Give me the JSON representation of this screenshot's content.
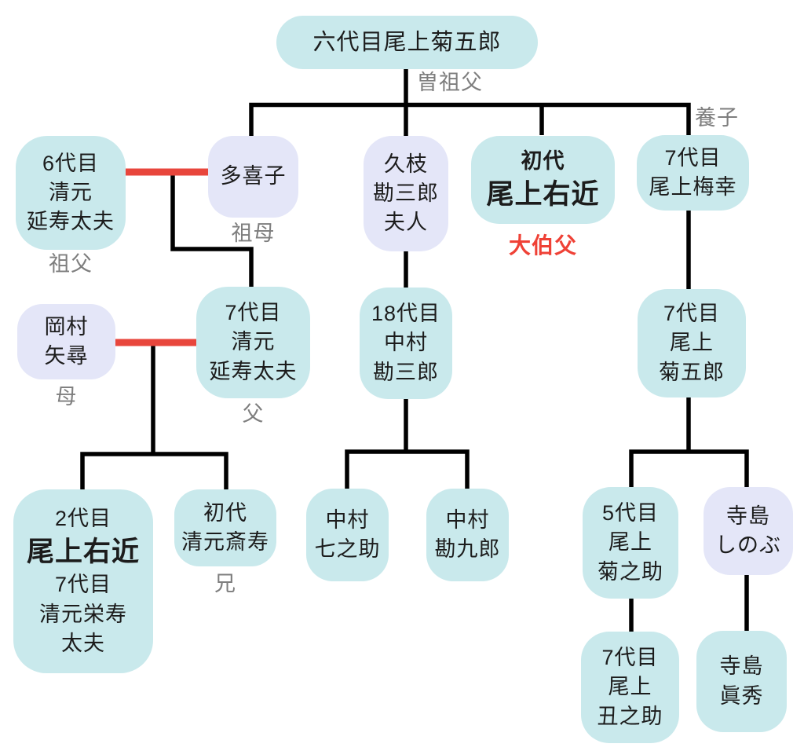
{
  "colors": {
    "node_teal": "#c9e9ec",
    "node_lavender": "#e4e6f8",
    "connector_black": "#000000",
    "marriage_red": "#e8463c",
    "label_gray": "#7e7e7e",
    "label_red": "#ef4136",
    "text": "#1c1c1c",
    "background": "#ffffff"
  },
  "nodes": [
    {
      "id": "onoe-kikugoro-vi",
      "lines": [
        "六代目尾上菊五郎"
      ]
    },
    {
      "id": "kiyomoto-enjudayu-vi",
      "lines": [
        "6代目",
        "清元",
        "延寿太夫"
      ]
    },
    {
      "id": "takiko",
      "lines": [
        "多喜子"
      ]
    },
    {
      "id": "hisae-kanzaburo-fujin",
      "lines": [
        "久枝",
        "勘三郎",
        "夫人"
      ]
    },
    {
      "id": "onoe-ukon-i",
      "lines": [
        "初代",
        "尾上右近"
      ]
    },
    {
      "id": "onoe-baiko-vii",
      "lines": [
        "7代目",
        "尾上梅幸"
      ]
    },
    {
      "id": "okamura-yahiro",
      "lines": [
        "岡村",
        "矢尋"
      ]
    },
    {
      "id": "kiyomoto-enjudayu-vii",
      "lines": [
        "7代目",
        "清元",
        "延寿太夫"
      ]
    },
    {
      "id": "nakamura-kanzaburo-xviii",
      "lines": [
        "18代目",
        "中村",
        "勘三郎"
      ]
    },
    {
      "id": "onoe-kikugoro-vii",
      "lines": [
        "7代目",
        "尾上",
        "菊五郎"
      ]
    },
    {
      "id": "onoe-ukon-ii",
      "lines": [
        "2代目",
        "尾上右近",
        "7代目",
        "清元栄寿",
        "太夫"
      ]
    },
    {
      "id": "kiyomoto-saiju-i",
      "lines": [
        "初代",
        "清元斎寿"
      ]
    },
    {
      "id": "nakamura-shichinosuke",
      "lines": [
        "中村",
        "七之助"
      ]
    },
    {
      "id": "nakamura-kankuro",
      "lines": [
        "中村",
        "勘九郎"
      ]
    },
    {
      "id": "onoe-kikunosuke-v",
      "lines": [
        "5代目",
        "尾上",
        "菊之助"
      ]
    },
    {
      "id": "terajima-shinobu",
      "lines": [
        "寺島",
        "しのぶ"
      ]
    },
    {
      "id": "onoe-ushinosuke-vii",
      "lines": [
        "7代目",
        "尾上",
        "丑之助"
      ]
    },
    {
      "id": "terajima-mahoro",
      "lines": [
        "寺島",
        "眞秀"
      ]
    }
  ],
  "relation_labels": [
    {
      "id": "great-grandfather",
      "text": "曽祖父"
    },
    {
      "id": "adopted-son",
      "text": "養子"
    },
    {
      "id": "grandfather",
      "text": "祖父"
    },
    {
      "id": "grandmother",
      "text": "祖母"
    },
    {
      "id": "great-uncle",
      "text": "大伯父"
    },
    {
      "id": "mother",
      "text": "母"
    },
    {
      "id": "father",
      "text": "父"
    },
    {
      "id": "brother",
      "text": "兄"
    }
  ]
}
